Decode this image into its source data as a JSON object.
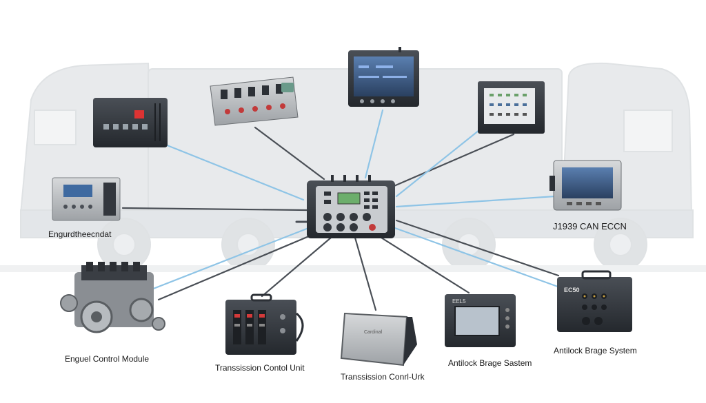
{
  "labels": {
    "engine_left": "Engurdtheecndat",
    "can_network": "J1939 CAN ECCN",
    "ecm": "Enguel Control Module",
    "tcu": "Transsission Contol Unit",
    "tcu2": "Transsission Conrl-Urk",
    "abs_left": "Antilock Brage Sastem",
    "abs_right": "Antilock Brage System"
  },
  "device_text": {
    "box_right_top": "EC50",
    "box_bottom_mid": "EEL5",
    "flat_ecu": "Cardinal"
  },
  "colors": {
    "background": "#ffffff",
    "truck": "#e4e6e8",
    "wire_blue": "#8ec4e6",
    "wire_dark": "#4a4f56",
    "device_dark": "#2c3036",
    "device_grey": "#b9bcbf",
    "screen": "#3b5b86"
  }
}
